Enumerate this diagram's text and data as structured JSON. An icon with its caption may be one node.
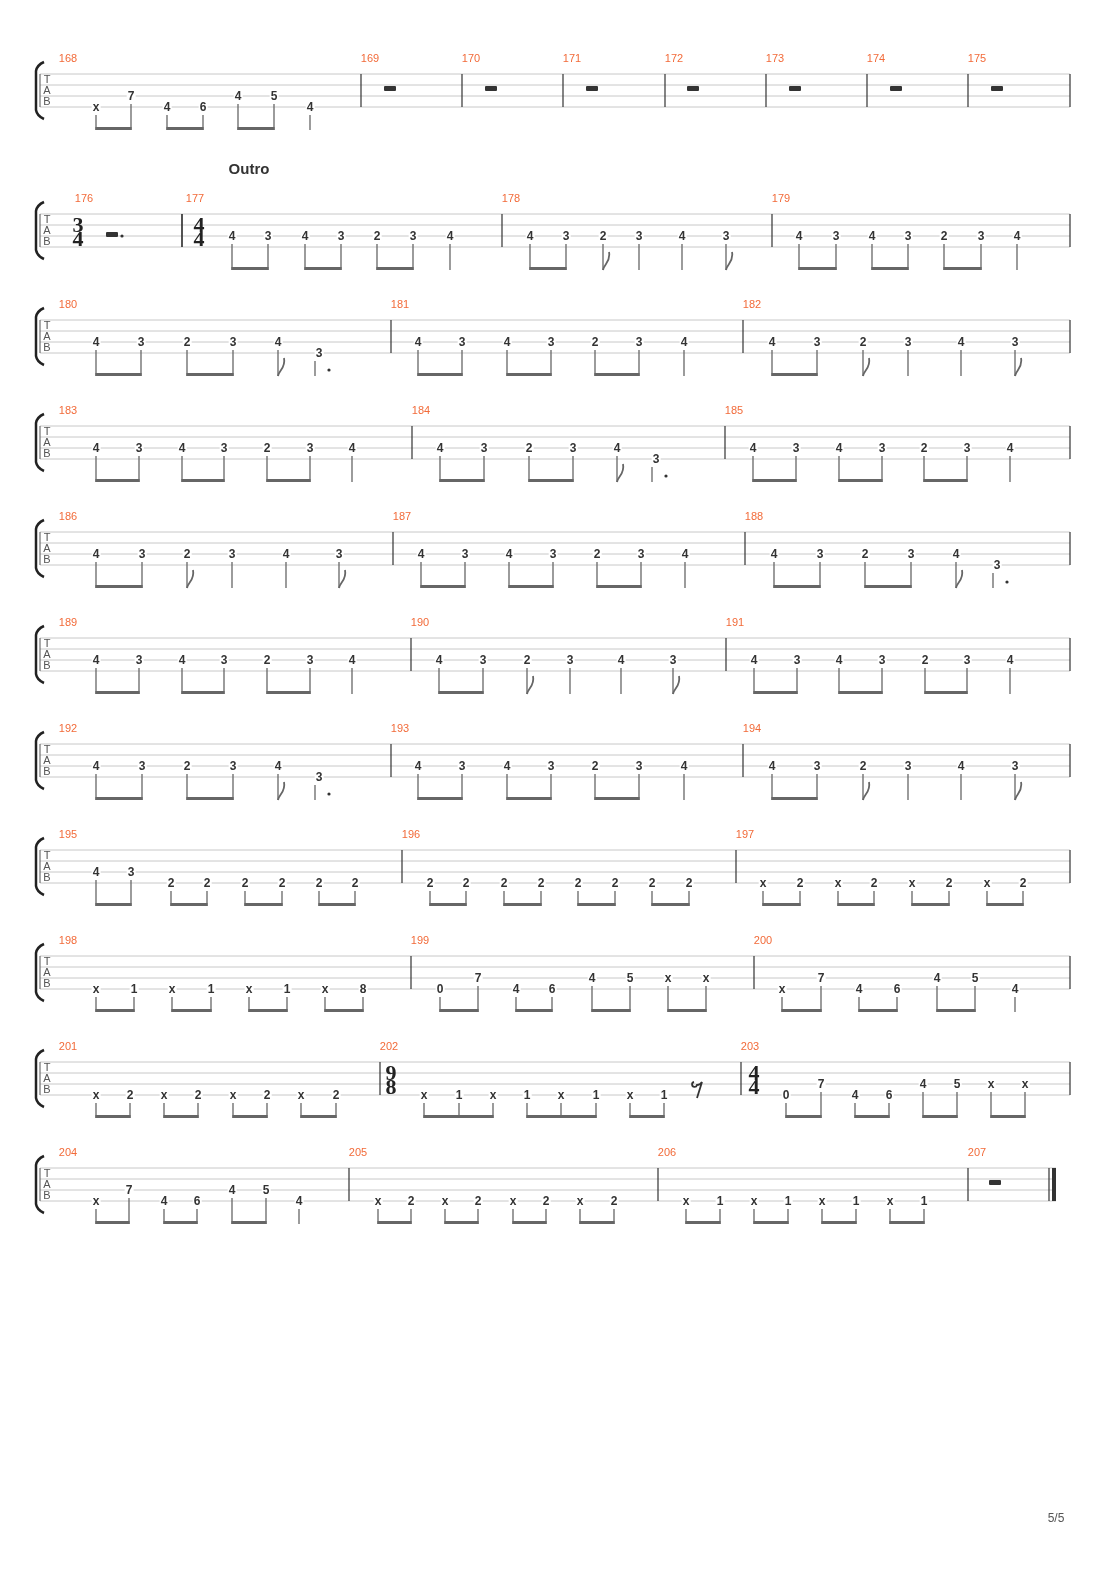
{
  "diagram": {
    "labels": [
      "T",
      "A",
      "B",
      "168",
      "x",
      "7",
      "4",
      "6",
      "4",
      "5",
      "4",
      "169",
      "170",
      "171",
      "172",
      "173",
      "174",
      "175",
      "Outro",
      "T",
      "A",
      "B",
      "176",
      "3",
      "4",
      "177",
      "4",
      "4",
      "4",
      "3",
      "4",
      "3",
      "2",
      "3",
      "4",
      "178",
      "4",
      "3",
      "2",
      "3",
      "4",
      "3",
      "179",
      "4",
      "3",
      "4",
      "3",
      "2",
      "3",
      "4",
      "T",
      "A",
      "B",
      "180",
      "4",
      "3",
      "2",
      "3",
      "4",
      "3",
      "181",
      "4",
      "3",
      "4",
      "3",
      "2",
      "3",
      "4",
      "182",
      "4",
      "3",
      "2",
      "3",
      "4",
      "3",
      "T",
      "A",
      "B",
      "183",
      "4",
      "3",
      "4",
      "3",
      "2",
      "3",
      "4",
      "184",
      "4",
      "3",
      "2",
      "3",
      "4",
      "3",
      "185",
      "4",
      "3",
      "4",
      "3",
      "2",
      "3",
      "4",
      "T",
      "A",
      "B",
      "186",
      "4",
      "3",
      "2",
      "3",
      "4",
      "3",
      "187",
      "4",
      "3",
      "4",
      "3",
      "2",
      "3",
      "4",
      "188",
      "4",
      "3",
      "2",
      "3",
      "4",
      "3",
      "T",
      "A",
      "B",
      "189",
      "4",
      "3",
      "4",
      "3",
      "2",
      "3",
      "4",
      "190",
      "4",
      "3",
      "2",
      "3",
      "4",
      "3",
      "191",
      "4",
      "3",
      "4",
      "3",
      "2",
      "3",
      "4",
      "T",
      "A",
      "B",
      "192",
      "4",
      "3",
      "2",
      "3",
      "4",
      "3",
      "193",
      "4",
      "3",
      "4",
      "3",
      "2",
      "3",
      "4",
      "194",
      "4",
      "3",
      "2",
      "3",
      "4",
      "3",
      "T",
      "A",
      "B",
      "195",
      "4",
      "3",
      "2",
      "2",
      "2",
      "2",
      "2",
      "2",
      "196",
      "2",
      "2",
      "2",
      "2",
      "2",
      "2",
      "2",
      "2",
      "197",
      "x",
      "2",
      "x",
      "2",
      "x",
      "2",
      "x",
      "2",
      "T",
      "A",
      "B",
      "198",
      "x",
      "1",
      "x",
      "1",
      "x",
      "1",
      "x",
      "8",
      "199",
      "0",
      "7",
      "4",
      "6",
      "4",
      "5",
      "x",
      "x",
      "200",
      "x",
      "7",
      "4",
      "6",
      "4",
      "5",
      "4",
      "T",
      "A",
      "B",
      "201",
      "x",
      "2",
      "x",
      "2",
      "x",
      "2",
      "x",
      "2",
      "202",
      "9",
      "8",
      "x",
      "1",
      "x",
      "1",
      "x",
      "1",
      "x",
      "1",
      "203",
      "4",
      "4",
      "0",
      "7",
      "4",
      "6",
      "4",
      "5",
      "x",
      "x",
      "T",
      "A",
      "B",
      "204",
      "x",
      "7",
      "4",
      "6",
      "4",
      "5",
      "4",
      "205",
      "x",
      "2",
      "x",
      "2",
      "x",
      "2",
      "x",
      "2",
      "206",
      "x",
      "1",
      "x",
      "1",
      "x",
      "1",
      "x",
      "1",
      "207",
      "5/5"
    ]
  }
}
